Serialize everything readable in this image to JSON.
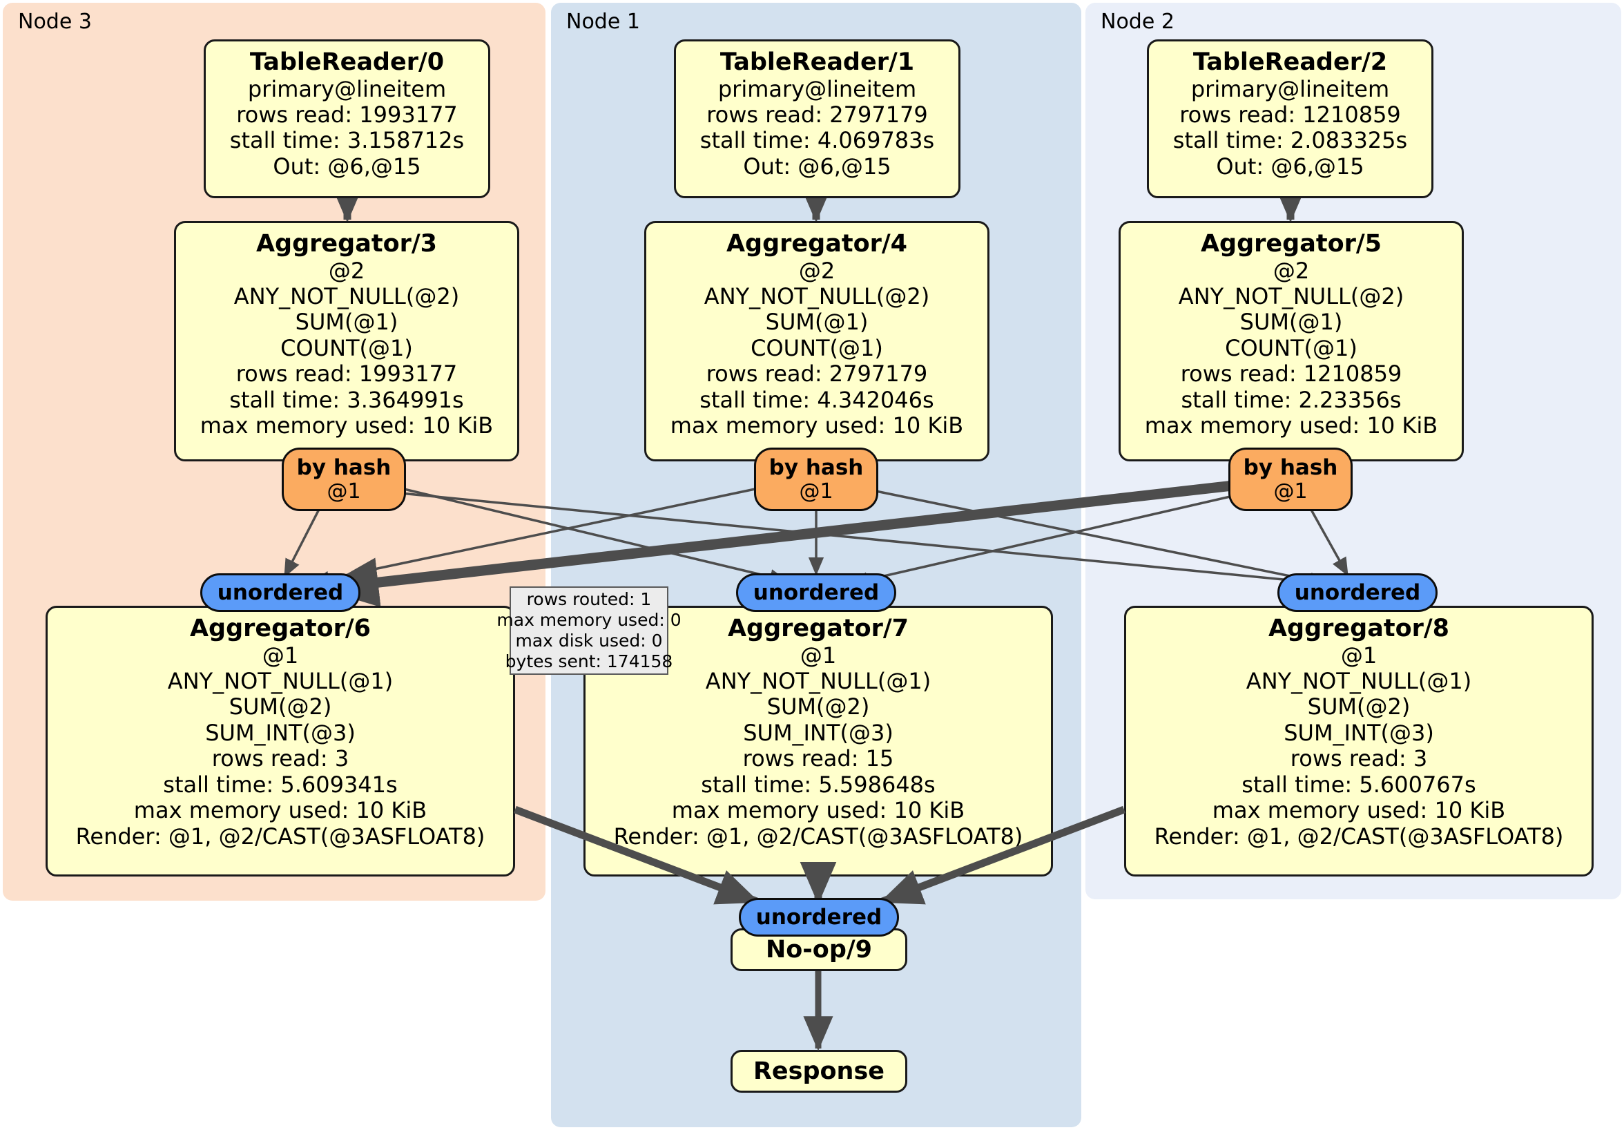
{
  "clusters": [
    {
      "label": "Node 3",
      "color": "#fce0cc"
    },
    {
      "label": "Node 1",
      "color": "#d3e1ef"
    },
    {
      "label": "Node 2",
      "color": "#eaeff9"
    }
  ],
  "colors": {
    "node3_bg": "#fce0cc",
    "node1_bg": "#d3e1ef",
    "node2_bg": "#eaeff9",
    "box_fill": "#ffffcc",
    "box_stroke": "#1a1a1a",
    "hash_fill": "#fbab60",
    "unordered_fill": "#5b9bf8",
    "stats_fill": "#ececec",
    "edge": "#4d4d4d",
    "page_bg": "#ffffff"
  },
  "table_readers": [
    {
      "title": "TableReader/0",
      "lines": [
        "primary@lineitem",
        "rows read: 1993177",
        "stall time: 3.158712s",
        "Out: @6,@15"
      ]
    },
    {
      "title": "TableReader/1",
      "lines": [
        "primary@lineitem",
        "rows read: 2797179",
        "stall time: 4.069783s",
        "Out: @6,@15"
      ]
    },
    {
      "title": "TableReader/2",
      "lines": [
        "primary@lineitem",
        "rows read: 1210859",
        "stall time: 2.083325s",
        "Out: @6,@15"
      ]
    }
  ],
  "aggregators_top": [
    {
      "title": "Aggregator/3",
      "lines": [
        "@2",
        "ANY_NOT_NULL(@2)",
        "SUM(@1)",
        "COUNT(@1)",
        "rows read: 1993177",
        "stall time: 3.364991s",
        "max memory used: 10 KiB"
      ]
    },
    {
      "title": "Aggregator/4",
      "lines": [
        "@2",
        "ANY_NOT_NULL(@2)",
        "SUM(@1)",
        "COUNT(@1)",
        "rows read: 2797179",
        "stall time: 4.342046s",
        "max memory used: 10 KiB"
      ]
    },
    {
      "title": "Aggregator/5",
      "lines": [
        "@2",
        "ANY_NOT_NULL(@2)",
        "SUM(@1)",
        "COUNT(@1)",
        "rows read: 1210859",
        "stall time: 2.23356s",
        "max memory used: 10 KiB"
      ]
    }
  ],
  "aggregators_bottom": [
    {
      "title": "Aggregator/6",
      "lines": [
        "@1",
        "ANY_NOT_NULL(@1)",
        "SUM(@2)",
        "SUM_INT(@3)",
        "rows read: 3",
        "stall time: 5.609341s",
        "max memory used: 10 KiB",
        "Render: @1, @2/CAST(@3ASFLOAT8)"
      ]
    },
    {
      "title": "Aggregator/7",
      "lines": [
        "@1",
        "ANY_NOT_NULL(@1)",
        "SUM(@2)",
        "SUM_INT(@3)",
        "rows read: 15",
        "stall time: 5.598648s",
        "max memory used: 10 KiB",
        "Render: @1, @2/CAST(@3ASFLOAT8)"
      ]
    },
    {
      "title": "Aggregator/8",
      "lines": [
        "@1",
        "ANY_NOT_NULL(@1)",
        "SUM(@2)",
        "SUM_INT(@3)",
        "rows read: 3",
        "stall time: 5.600767s",
        "max memory used: 10 KiB",
        "Render: @1, @2/CAST(@3ASFLOAT8)"
      ]
    }
  ],
  "hash_routers": [
    {
      "title": "by hash",
      "sub": "@1"
    },
    {
      "title": "by hash",
      "sub": "@1"
    },
    {
      "title": "by hash",
      "sub": "@1"
    }
  ],
  "unordered_synchronizers": [
    {
      "label": "unordered"
    },
    {
      "label": "unordered"
    },
    {
      "label": "unordered"
    },
    {
      "label": "unordered"
    }
  ],
  "stats_tooltip": {
    "lines": [
      "rows routed: 1",
      "max memory used: 0",
      "max disk used: 0",
      "bytes sent: 174158"
    ]
  },
  "noop": {
    "title": "No-op/9"
  },
  "response": {
    "title": "Response"
  }
}
